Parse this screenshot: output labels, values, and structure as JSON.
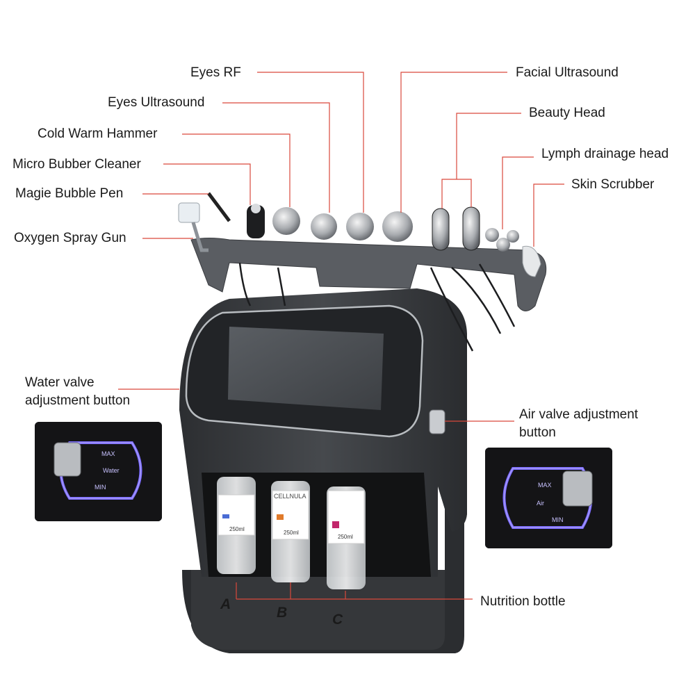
{
  "labels": {
    "eyes_rf": "Eyes RF",
    "facial_ultrasound": "Facial Ultrasound",
    "eyes_ultrasound": "Eyes Ultrasound",
    "beauty_head": "Beauty Head",
    "cold_warm_hammer": "Cold Warm Hammer",
    "lymph_drainage_head": "Lymph drainage head",
    "micro_bubber_cleaner": "Micro Bubber Cleaner",
    "skin_scrubber": "Skin Scrubber",
    "magie_bubble_pen": "Magie Bubble Pen",
    "oxygen_spray_gun": "Oxygen Spray Gun",
    "water_valve": [
      "Water valve",
      "adjustment button"
    ],
    "air_valve": [
      "Air valve adjustment",
      "button"
    ],
    "nutrition_bottle": "Nutrition bottle"
  },
  "bottles": {
    "letters": [
      "A",
      "B",
      "C"
    ],
    "brand": [
      "",
      "CELLNULA",
      ""
    ],
    "volume": [
      "250ml",
      "250ml",
      "250ml"
    ]
  },
  "dial_labels": {
    "water": {
      "max": "MAX",
      "name": "Water",
      "min": "MIN"
    },
    "air": {
      "max": "MAX",
      "name": "Air",
      "min": "MIN"
    }
  },
  "colors": {
    "leader": "#d9483b",
    "machine_body": "#3a3c40",
    "screen": "#4a4d52",
    "dial_glow": "#7c6cff"
  }
}
